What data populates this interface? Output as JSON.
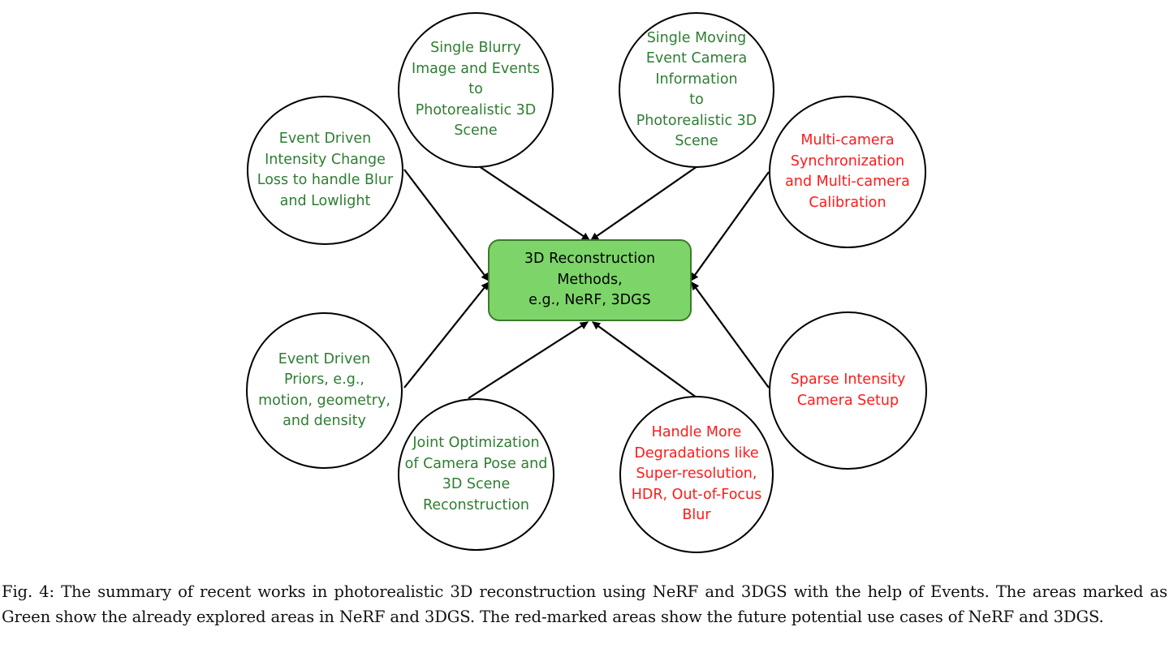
{
  "colors": {
    "explored": "#2e7d32",
    "future": "#ff1a1a",
    "center_fill": "#7dd56a",
    "center_border": "#3c7a2a"
  },
  "center": {
    "label": "3D Reconstruction\nMethods,\ne.g., NeRF, 3DGS"
  },
  "nodes": [
    {
      "id": "single-blurry",
      "label": "Single Blurry\nImage and Events\nto\nPhotorealistic 3D\nScene",
      "status": "explored"
    },
    {
      "id": "single-moving",
      "label": "Single Moving\nEvent Camera\nInformation\nto\nPhotorealistic 3D\nScene",
      "status": "explored"
    },
    {
      "id": "intensity-change",
      "label": "Event Driven\nIntensity Change\nLoss to handle Blur\nand Lowlight",
      "status": "explored"
    },
    {
      "id": "multi-camera",
      "label": "Multi-camera\nSynchronization\nand Multi-camera\nCalibration",
      "status": "future"
    },
    {
      "id": "event-priors",
      "label": "Event Driven\nPriors, e.g.,\nmotion, geometry,\nand density",
      "status": "explored"
    },
    {
      "id": "sparse-intensity",
      "label": "Sparse Intensity\nCamera Setup",
      "status": "future"
    },
    {
      "id": "joint-optimization",
      "label": "Joint Optimization\nof Camera Pose and\n3D Scene\nReconstruction",
      "status": "explored"
    },
    {
      "id": "more-degradations",
      "label": "Handle More\nDegradations like\nSuper-resolution,\nHDR, Out-of-Focus\nBlur",
      "status": "future"
    }
  ],
  "caption": "Fig. 4: The summary of recent works in photorealistic 3D reconstruction using NeRF and 3DGS with the help of Events. The areas marked as Green show the already explored areas in NeRF and 3DGS. The red-marked areas show the future potential use cases of NeRF and 3DGS."
}
